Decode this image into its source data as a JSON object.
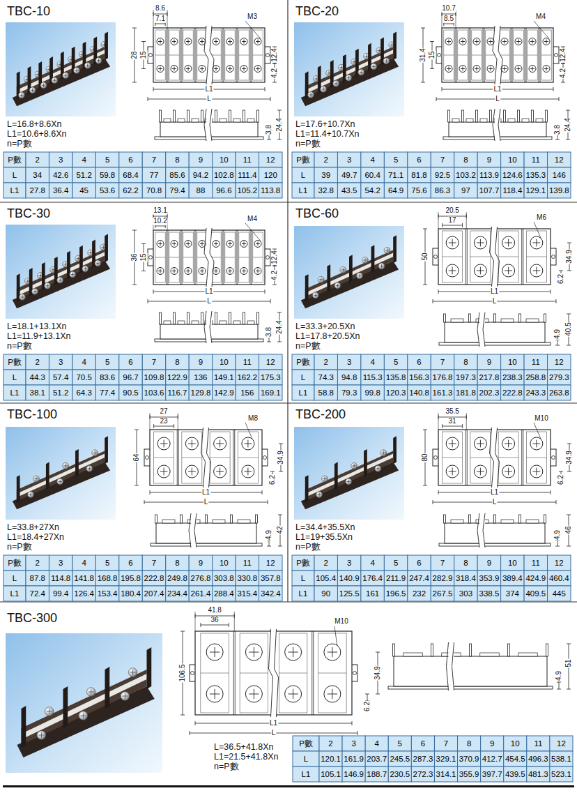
{
  "diagram": {
    "labels": [
      "TBC-10",
      "L=16.8+8.6Xn",
      "L1=10.6+8.6Xn",
      "n=P數",
      "8.6",
      "7.1",
      "M3",
      "28",
      "15",
      "12.4",
      "4.2",
      "L1",
      "L",
      "3.8",
      "24.4",
      "P數",
      "2",
      "3",
      "4",
      "5",
      "6",
      "7",
      "8",
      "9",
      "10",
      "11",
      "12",
      "L",
      "34",
      "42.6",
      "51.2",
      "59.8",
      "68.4",
      "77",
      "85.6",
      "94.2",
      "102.8",
      "111.4",
      "120",
      "L1",
      "27.8",
      "36.4",
      "45",
      "53.6",
      "62.2",
      "70.8",
      "79.4",
      "88",
      "96.6",
      "105.2",
      "113.8",
      "TBC-20",
      "L=17.6+10.7Xn",
      "L1=11.4+10.7Xn",
      "n=P數",
      "10.7",
      "8.5",
      "M4",
      "31.4",
      "15",
      "12.4",
      "4.2",
      "L1",
      "L",
      "3.8",
      "24.4",
      "P數",
      "2",
      "3",
      "4",
      "5",
      "6",
      "7",
      "8",
      "9",
      "10",
      "11",
      "12",
      "L",
      "39",
      "49.7",
      "60.4",
      "71.1",
      "81.8",
      "92.5",
      "103.2",
      "113.9",
      "124.6",
      "135.3",
      "146",
      "L1",
      "32.8",
      "43.5",
      "54.2",
      "64.9",
      "75.6",
      "86.3",
      "97",
      "107.7",
      "118.4",
      "129.1",
      "139.8",
      "TBC-30",
      "L=18.1+13.1Xn",
      "L1=11.9+13.1Xn",
      "n=P數",
      "13.1",
      "10.2",
      "M4",
      "36",
      "15",
      "12.4",
      "4.2",
      "L1",
      "L",
      "3.8",
      "24.4",
      "P數",
      "2",
      "3",
      "4",
      "5",
      "6",
      "7",
      "8",
      "9",
      "10",
      "11",
      "12",
      "L",
      "44.3",
      "57.4",
      "70.5",
      "83.6",
      "96.7",
      "109.8",
      "122.9",
      "136",
      "149.1",
      "162.2",
      "175.3",
      "L1",
      "38.1",
      "51.2",
      "64.3",
      "77.4",
      "90.5",
      "103.6",
      "116.7",
      "129.8",
      "142.9",
      "156",
      "169.1",
      "TBC-60",
      "L=33.3+20.5Xn",
      "L1=17.8+20.5Xn",
      "n=P數",
      "20.5",
      "17",
      "M6",
      "50",
      "34.9",
      "6.2",
      "L1",
      "L",
      "4.9",
      "40.5",
      "P數",
      "2",
      "3",
      "4",
      "5",
      "6",
      "7",
      "8",
      "9",
      "10",
      "11",
      "12",
      "L",
      "74.3",
      "94.8",
      "115.3",
      "135.8",
      "156.3",
      "176.8",
      "197.3",
      "217.8",
      "238.3",
      "258.8",
      "279.3",
      "L1",
      "58.8",
      "79.3",
      "99.8",
      "120.3",
      "140.8",
      "161.3",
      "181.8",
      "202.3",
      "222.8",
      "243.3",
      "263.8",
      "TBC-100",
      "L=33.8+27Xn",
      "L1=18.4+27Xn",
      "n=P數",
      "27",
      "23",
      "M8",
      "64",
      "34.9",
      "6.2",
      "L1",
      "L",
      "4.9",
      "42",
      "P數",
      "2",
      "3",
      "4",
      "5",
      "6",
      "7",
      "8",
      "9",
      "10",
      "11",
      "12",
      "L",
      "87.8",
      "114.8",
      "141.8",
      "168.8",
      "195.8",
      "222.8",
      "249.8",
      "276.8",
      "303.8",
      "330.8",
      "357.8",
      "L1",
      "72.4",
      "99.4",
      "126.4",
      "153.4",
      "180.4",
      "207.4",
      "234.4",
      "261.4",
      "288.4",
      "315.4",
      "342.4",
      "TBC-200",
      "L=34.4+35.5Xn",
      "L1=19+35.5Xn",
      "n=P數",
      "35.5",
      "31",
      "M10",
      "80",
      "34.9",
      "6.2",
      "L1",
      "L",
      "4.9",
      "46",
      "P數",
      "2",
      "3",
      "4",
      "5",
      "6",
      "7",
      "8",
      "9",
      "10",
      "11",
      "12",
      "L",
      "105.4",
      "140.9",
      "176.4",
      "211.9",
      "247.4",
      "282.9",
      "318.4",
      "353.9",
      "389.4",
      "424.9",
      "460.4",
      "L1",
      "90",
      "125.5",
      "161",
      "196.5",
      "232",
      "267.5",
      "303",
      "338.5",
      "374",
      "409.5",
      "445",
      "TBC-300",
      "L=36.5+41.8Xn",
      "L1=21.5+41.8Xn",
      "n=P數",
      "41.8",
      "36",
      "M10",
      "106.5",
      "34.9",
      "6.2",
      "L1",
      "L",
      "4.9",
      "51",
      "P數",
      "2",
      "3",
      "4",
      "5",
      "6",
      "7",
      "8",
      "9",
      "10",
      "11",
      "12",
      "L",
      "120.1",
      "161.9",
      "203.7",
      "245.5",
      "287.3",
      "329.1",
      "370.9",
      "412.7",
      "454.5",
      "496.3",
      "538.1",
      "L1",
      "105.1",
      "146.9",
      "188.7",
      "230.5",
      "272.3",
      "314.1",
      "355.9",
      "397.7",
      "439.5",
      "481.3",
      "523.1"
    ]
  }
}
